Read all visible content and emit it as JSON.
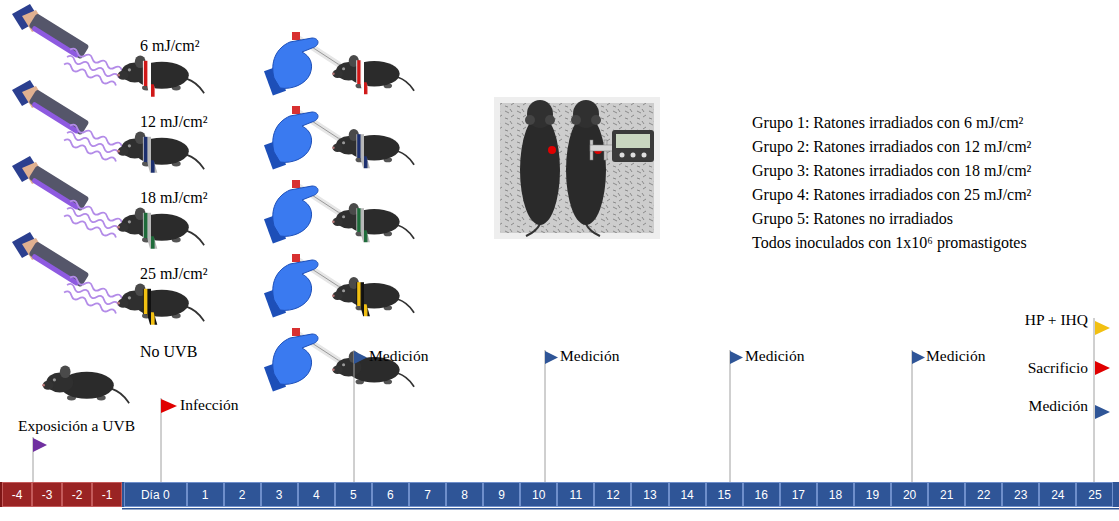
{
  "diagram": {
    "nodes": [
      {
        "text": [
          "-4"
        ]
      },
      {
        "text": [
          "-3"
        ]
      },
      {
        "text": [
          "-2"
        ]
      },
      {
        "text": [
          "-1"
        ]
      },
      {
        "text": [
          "Día 0"
        ]
      },
      {
        "text": [
          "1"
        ]
      },
      {
        "text": [
          "2"
        ]
      },
      {
        "text": [
          "3"
        ]
      },
      {
        "text": [
          "4"
        ]
      },
      {
        "text": [
          "5"
        ]
      },
      {
        "text": [
          "6"
        ]
      },
      {
        "text": [
          "7"
        ]
      },
      {
        "text": [
          "8"
        ]
      },
      {
        "text": [
          "9"
        ]
      },
      {
        "text": [
          "10"
        ]
      },
      {
        "text": [
          "11"
        ]
      },
      {
        "text": [
          "12"
        ]
      },
      {
        "text": [
          "13"
        ]
      },
      {
        "text": [
          "14"
        ]
      },
      {
        "text": [
          "15"
        ]
      },
      {
        "text": [
          "16"
        ]
      },
      {
        "text": [
          "17"
        ]
      },
      {
        "text": [
          "18"
        ]
      },
      {
        "text": [
          "19"
        ]
      },
      {
        "text": [
          "20"
        ]
      },
      {
        "text": [
          "21"
        ]
      },
      {
        "text": [
          "22"
        ]
      },
      {
        "text": [
          "23"
        ]
      },
      {
        "text": [
          "24"
        ]
      },
      {
        "text": [
          "25"
        ]
      }
    ],
    "labels": [
      "6 mJ/cm²",
      "12 mJ/cm²",
      "18 mJ/cm²",
      "25 mJ/cm²",
      "No UVB",
      "Grupo 1: Ratones irradiados con 6 mJ/cm²",
      "Grupo 2: Ratones irradiados con 12 mJ/cm²",
      "Grupo 3: Ratones irradiados con 18 mJ/cm²",
      "Grupo 4: Ratones irradiados con 25 mJ/cm²",
      "Grupo 5: Ratones no irradiados",
      "Todos inoculados con 1x10⁶ promastigotes",
      "HP + IHQ",
      "Sacrificio",
      "Exposición a UVB",
      "Infección",
      "Medición",
      "Medición",
      "Medición",
      "Medición",
      "Medición"
    ]
  }
}
